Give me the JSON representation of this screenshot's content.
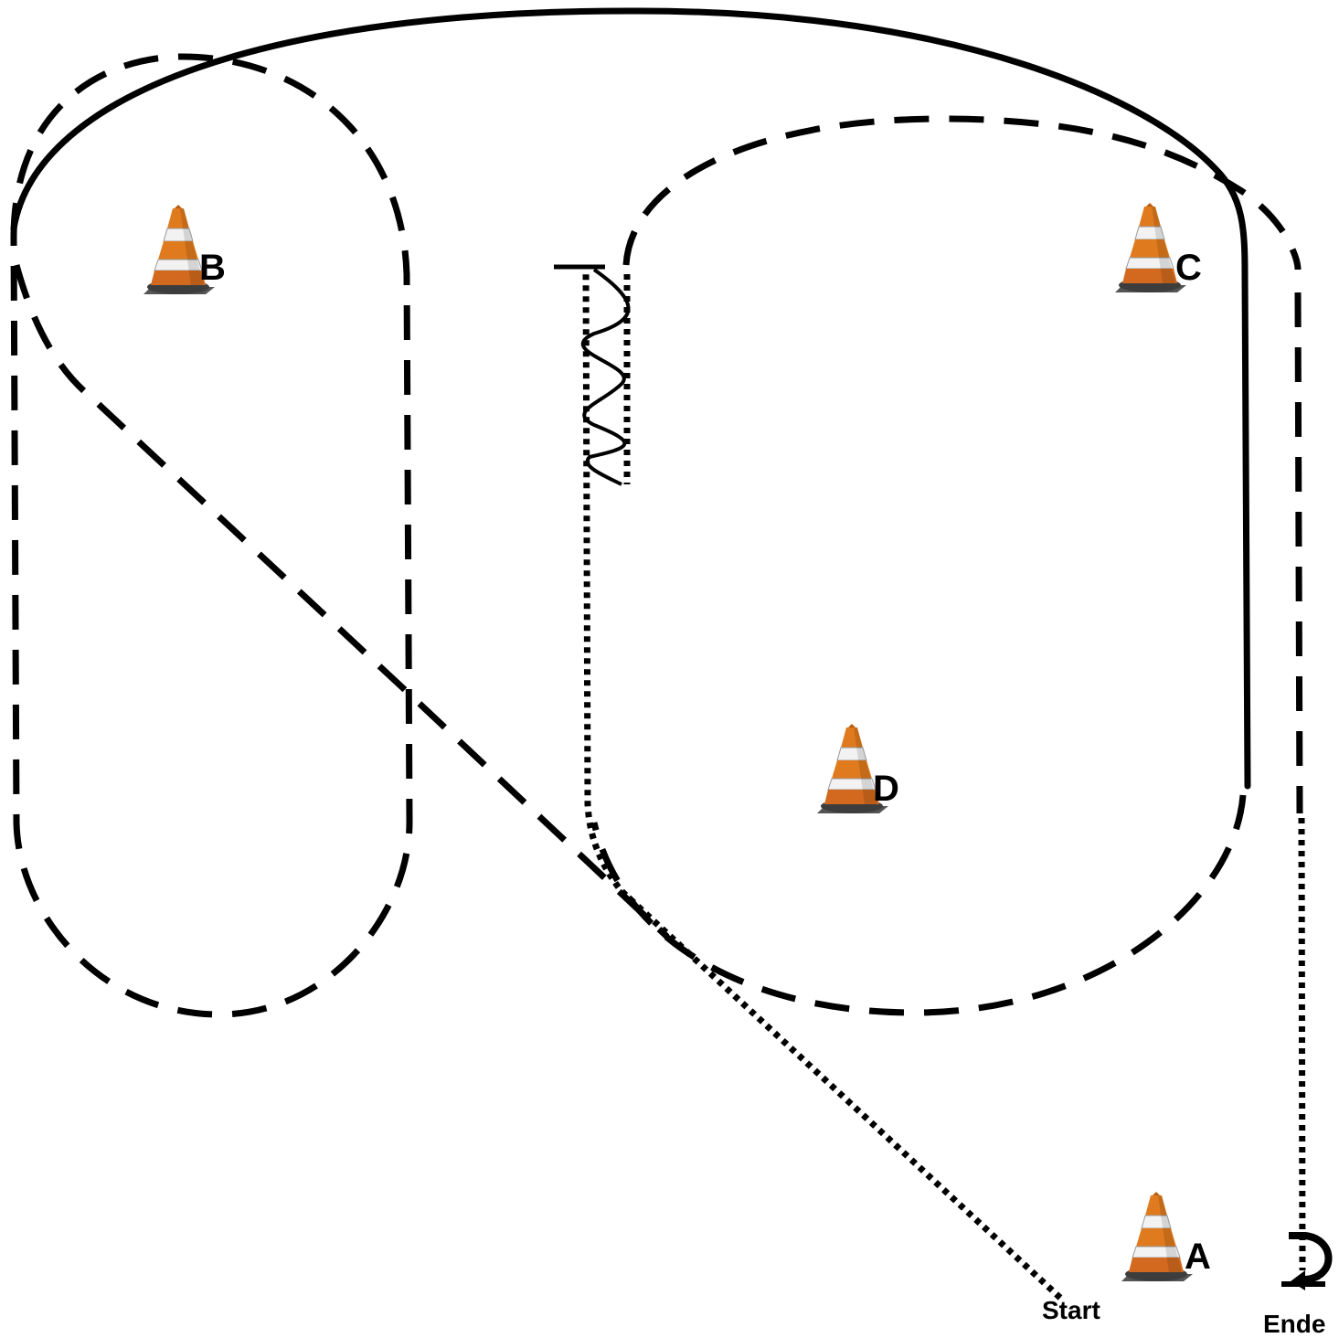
{
  "cones": [
    {
      "id": "A",
      "label": "A"
    },
    {
      "id": "B",
      "label": "B"
    },
    {
      "id": "C",
      "label": "C"
    },
    {
      "id": "D",
      "label": "D"
    }
  ],
  "points": {
    "start": "Start",
    "end": "Ende"
  },
  "icons": {
    "cone": "traffic-cone-icon",
    "end_marker": "u-turn-arrow-icon"
  },
  "colors": {
    "cone_orange": "#e07a1e",
    "cone_white": "#f2f2f2",
    "cone_base": "#4a4a4a",
    "line": "#000000"
  },
  "line_styles": [
    "solid",
    "dashed",
    "dotted",
    "wavy"
  ]
}
